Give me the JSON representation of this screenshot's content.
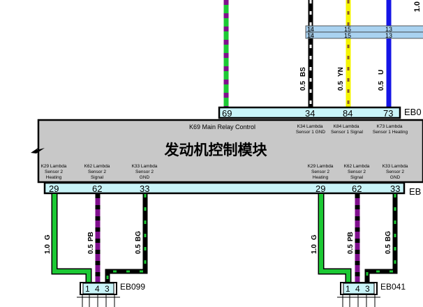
{
  "module": {
    "title": "发动机控制模块",
    "top_label": "K69 Main Relay Control",
    "left_edge_label": "K29 Lambda Sensor 2 Heating",
    "top_connector_name": "EB0",
    "bottom_connector_name": "EB",
    "top_pins": [
      {
        "pin": "69",
        "label": ""
      },
      {
        "pin": "34",
        "label": "K34 Lambda Sensor 1 GND"
      },
      {
        "pin": "84",
        "label": "K84 Lambda Sensor 1 Signal"
      },
      {
        "pin": "73",
        "label": "K73 Lambda Sensor 1 Heating"
      }
    ],
    "bottom_left_pins": [
      {
        "pin": "29",
        "label": "K29 Lambda Sensor 2 Heating"
      },
      {
        "pin": "62",
        "label": "K62 Lambda Sensor 2 Signal"
      },
      {
        "pin": "33",
        "label": "K33 Lambda Sensor 2 GND"
      }
    ],
    "bottom_right_pins": [
      {
        "pin": "29",
        "label": "K29 Lambda Sensor 2 Heating"
      },
      {
        "pin": "62",
        "label": "K62 Lambda Sensor 2 Signal"
      },
      {
        "pin": "33",
        "label": "K33 Lambda Sensor 2 GND"
      }
    ]
  },
  "top_splice": {
    "row1": [
      "14",
      "15",
      "13"
    ],
    "row2": [
      "14",
      "15",
      "13"
    ]
  },
  "top_wires": [
    {
      "gauge": "0.5",
      "color_code": "BS"
    },
    {
      "gauge": "0.5",
      "color_code": "YN"
    },
    {
      "gauge": "0.5",
      "color_code": "U"
    }
  ],
  "left_wires": [
    {
      "gauge": "1.0",
      "color_code": "G"
    },
    {
      "gauge": "0.5",
      "color_code": "PB"
    },
    {
      "gauge": "0.5",
      "color_code": "BG"
    }
  ],
  "right_wires": [
    {
      "gauge": "1.0",
      "color_code": "G"
    },
    {
      "gauge": "0.5",
      "color_code": "PB"
    },
    {
      "gauge": "0.5",
      "color_code": "BG"
    }
  ],
  "sensor_left": {
    "connector": "EB099",
    "pins": [
      "1",
      "4",
      "3"
    ]
  },
  "sensor_right": {
    "connector": "EB041",
    "pins": [
      "1",
      "4",
      "3"
    ]
  },
  "top_right_fragment": "1.0",
  "colors": {
    "module_fill": "#c8c8c8",
    "connector_fill": "#c9f4f8",
    "splice_fill": "#a9d2f0",
    "green": "#1cc934",
    "purple": "#800f8e",
    "yellow": "#f5f500",
    "blue": "#1515e6",
    "black": "#000000"
  }
}
